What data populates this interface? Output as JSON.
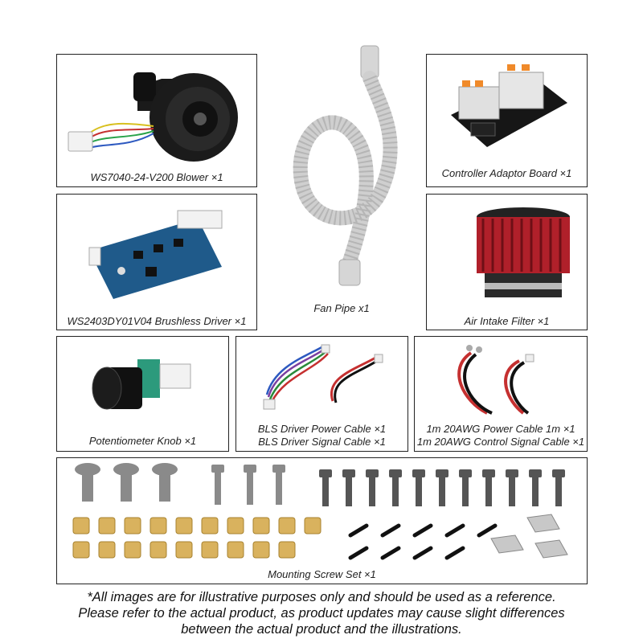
{
  "products": {
    "blower": {
      "label": "WS7040-24-V200 Blower ×1"
    },
    "controller_board": {
      "label": "Controller Adaptor Board ×1"
    },
    "fan_pipe": {
      "label": "Fan Pipe x1"
    },
    "brushless_driver": {
      "label": "WS2403DY01V04 Brushless Driver ×1"
    },
    "air_filter": {
      "label": "Air Intake Filter ×1"
    },
    "potentiometer": {
      "label": "Potentiometer Knob ×1"
    },
    "bls_cables": {
      "line1": "BLS Driver Power Cable ×1",
      "line2": "BLS Driver Signal Cable ×1"
    },
    "awg_cables": {
      "line1": "1m 20AWG Power Cable 1m ×1",
      "line2": "1m 20AWG Control Signal Cable ×1"
    },
    "screw_set": {
      "label": "Mounting Screw Set ×1"
    }
  },
  "notice": {
    "line1": "*All images are for illustrative purposes only and should be used as a reference.",
    "line2": "Please refer to the actual product, as product updates may cause slight differences",
    "line3": "between the actual product and the illustrations."
  },
  "colors": {
    "border": "#222222",
    "brass": "#d9b25e",
    "steel": "#8a8a8a",
    "pcb_blue": "#1f5a8a",
    "filter_red": "#b0202a",
    "pipe_gray": "#cfcfcf"
  }
}
